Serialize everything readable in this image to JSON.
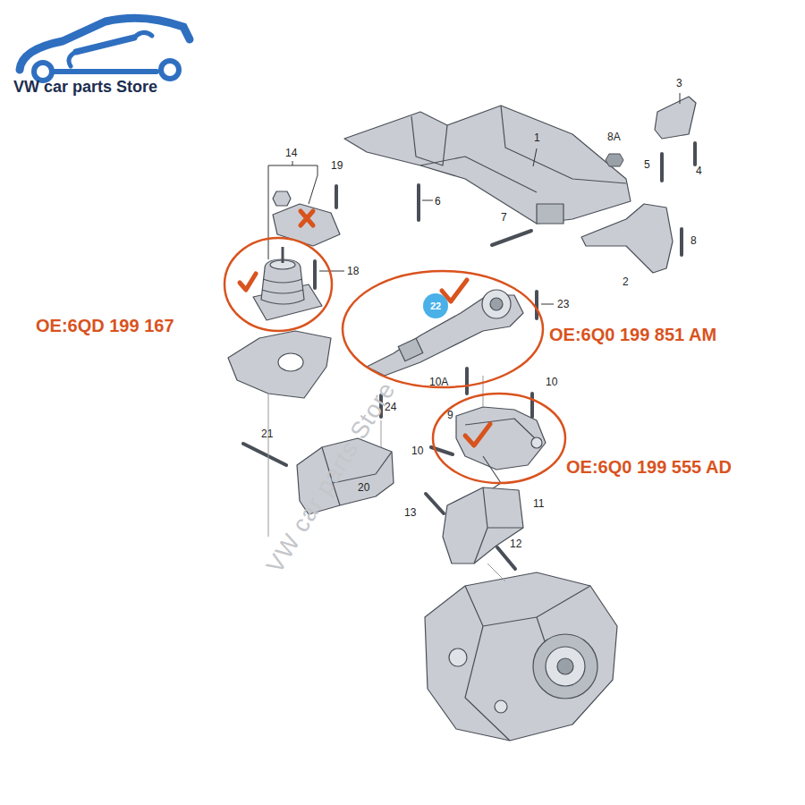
{
  "diagram": {
    "nodes": [
      {
        "text": [
          "22"
        ]
      }
    ],
    "labels": [
      "VW car parts Store",
      "3",
      "1",
      "8A",
      "14",
      "19",
      "5",
      "4",
      "6",
      "7",
      "8",
      "18",
      "2",
      "OE:6QD 199 167",
      "23",
      "OE:6Q0 199 851 AM",
      "10A",
      "10",
      "24",
      "9",
      "10",
      "21",
      "OE:6Q0 199 555 AD",
      "20",
      "11",
      "13",
      "12",
      "VW car parts Store"
    ]
  }
}
